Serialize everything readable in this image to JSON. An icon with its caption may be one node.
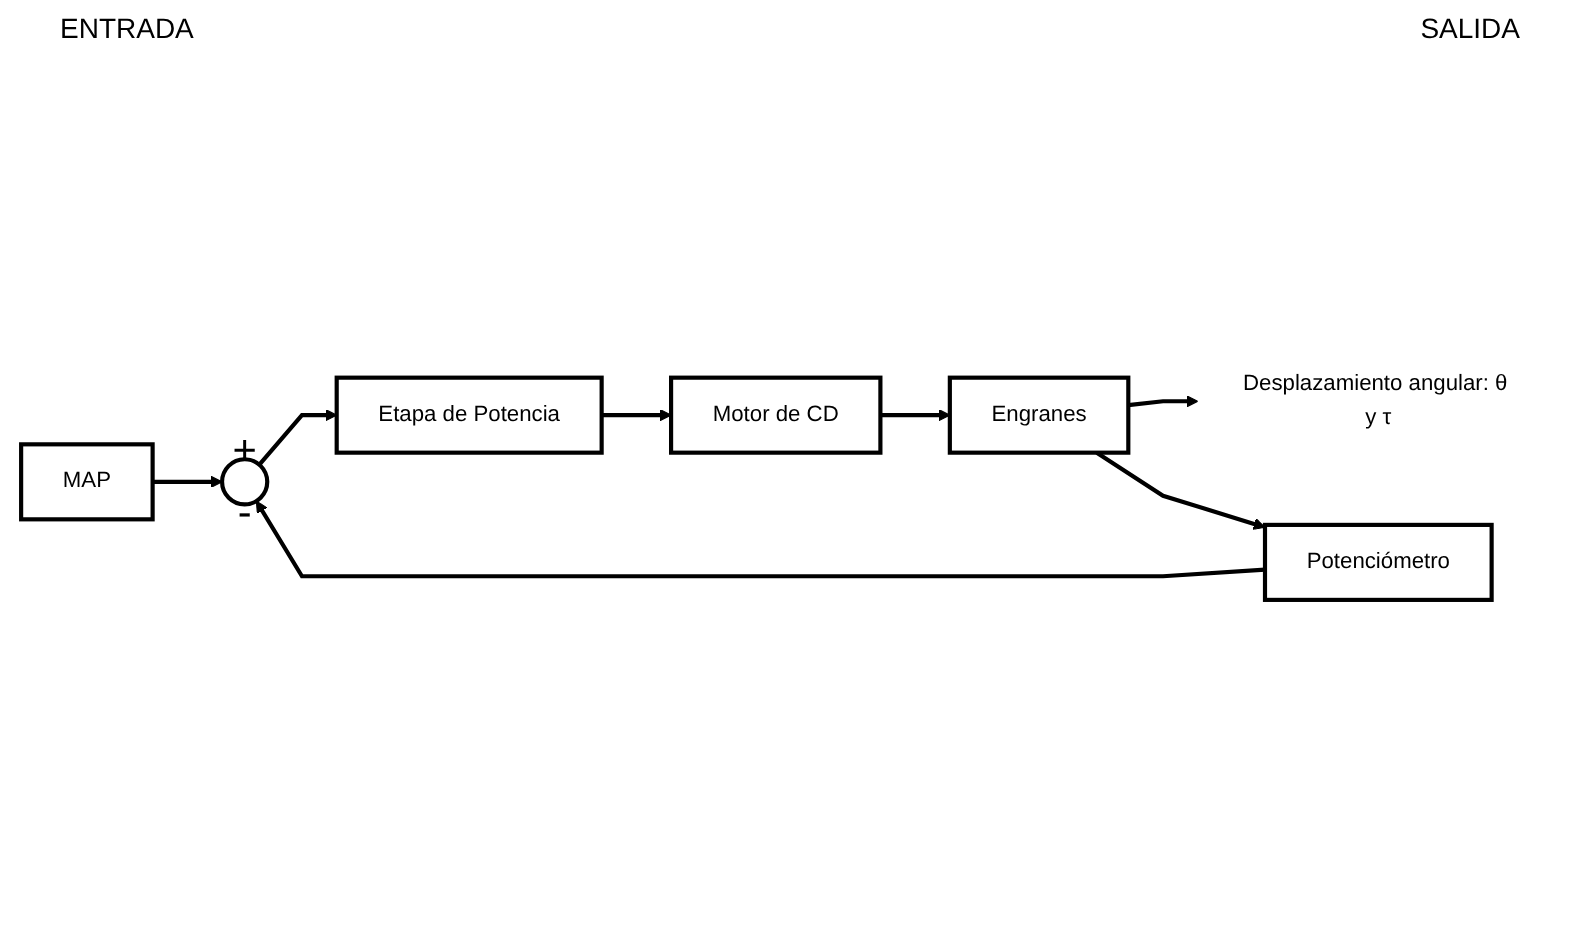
{
  "diagram": {
    "nodes": [
      {
        "text": [
          "MAP"
        ]
      },
      {
        "text": [
          "+",
          "-"
        ]
      },
      {
        "text": [
          "Etapa de Potencia"
        ]
      },
      {
        "text": [
          "Motor de CD"
        ]
      },
      {
        "text": [
          "Engranes"
        ]
      },
      {
        "text": [
          "Desplazamiento angular: θ y τ"
        ]
      },
      {
        "text": [
          "Potenciómetro"
        ]
      }
    ],
    "edges": [
      {
        "from": 0,
        "to": 1,
        "arrow": "to"
      },
      {
        "from": 1,
        "to": 2,
        "arrow": "to"
      },
      {
        "from": 2,
        "to": 3,
        "arrow": "to"
      },
      {
        "from": 3,
        "to": 4,
        "arrow": "to"
      },
      {
        "from": 4,
        "to": 5,
        "arrow": "to"
      },
      {
        "from": 4,
        "to": 6,
        "arrow": "to"
      },
      {
        "from": 6,
        "to": 1,
        "arrow": "to"
      }
    ],
    "labels": [
      "ENTRADA",
      "SALIDA"
    ]
  }
}
